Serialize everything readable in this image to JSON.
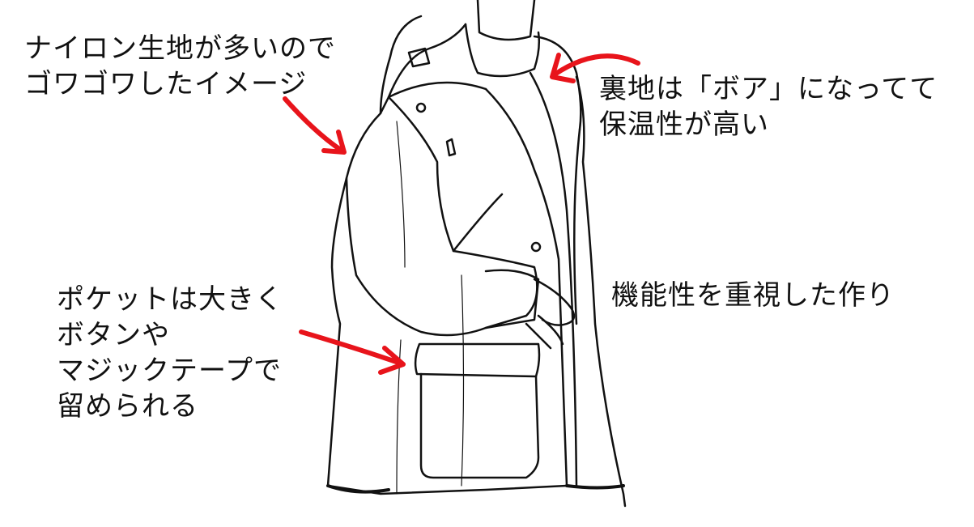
{
  "annotations": {
    "material": {
      "lines": [
        "ナイロン生地が多いので",
        "ゴワゴワしたイメージ"
      ]
    },
    "lining": {
      "lines": [
        "裏地は「ボア」になってて",
        "保温性が高い"
      ]
    },
    "function": {
      "lines": [
        "機能性を重視した作り"
      ]
    },
    "pocket": {
      "lines": [
        "ポケットは大きく",
        "ボタンや",
        "マジックテープで",
        "留められる"
      ]
    }
  },
  "colors": {
    "arrow": "#e8141b",
    "lineart": "#111111",
    "background": "#ffffff"
  }
}
